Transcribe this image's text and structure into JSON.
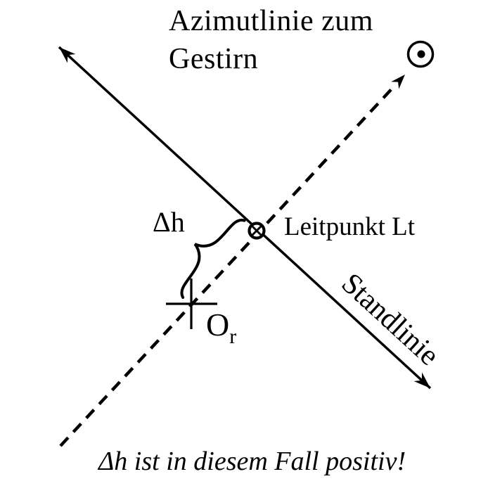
{
  "diagram": {
    "title_line1": "Azimutlinie zum",
    "title_line2": "Gestirn",
    "labels": {
      "delta_h": "Δh",
      "leitpunkt": "Leitpunkt Lt",
      "or_main": "O",
      "or_sub": "r",
      "standlinie": "Standlinie",
      "caption": "Δh ist in diesem Fall positiv!"
    },
    "icons": {
      "sun": "circled-dot",
      "leitpunkt_marker": "circled-x",
      "observed_position_marker": "plus-cross"
    },
    "colors": {
      "ink": "#000000",
      "background": "#ffffff"
    }
  }
}
